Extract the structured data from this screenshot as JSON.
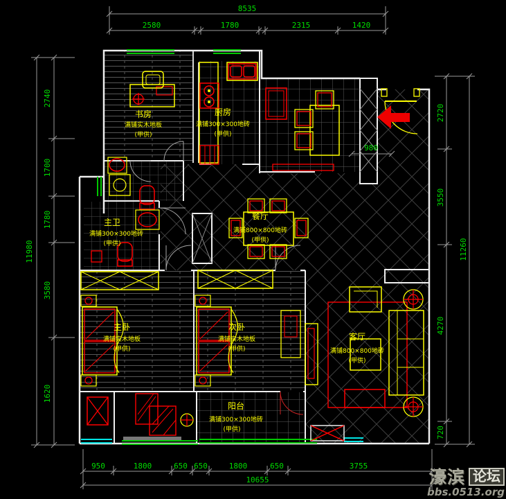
{
  "watermark": {
    "site_name": "濠滨",
    "forum_label": "论坛",
    "url": "bbs.0513.org"
  },
  "rooms": {
    "study": {
      "name": "书房",
      "finish": "满铺实木地板",
      "note": "(甲供)"
    },
    "kitchen": {
      "name": "厨房",
      "finish": "满铺300×300地砖",
      "note": "(甲供)"
    },
    "master_bath": {
      "name": "主卫",
      "finish": "满铺300×300地砖",
      "note": "(甲供)"
    },
    "dining": {
      "name": "餐厅",
      "finish": "满铺800×800地砖",
      "note": "(甲供)"
    },
    "living": {
      "name": "客厅",
      "finish": "满铺800×800地砖",
      "note": "(甲供)"
    },
    "master_bedroom": {
      "name": "主卧",
      "finish": "满铺实木地板",
      "note": "(甲供)"
    },
    "second_bedroom": {
      "name": "次卧",
      "finish": "满铺实木地板",
      "note": "(甲供)"
    },
    "balcony": {
      "name": "阳台",
      "finish": "满铺300×300地砖",
      "note": "(甲供)"
    }
  },
  "dimensions": {
    "top": {
      "total": "8535",
      "segments": [
        "2580",
        "1780",
        "2315",
        "1420"
      ]
    },
    "left": {
      "total": "11980",
      "segments": [
        "2740",
        "1700",
        "1780",
        "3580",
        "1620"
      ]
    },
    "right": {
      "total": "11260",
      "segments": [
        "2720",
        "3550",
        "4270",
        "720"
      ]
    },
    "bottom": {
      "total": "10655",
      "segments": [
        "950",
        "1800",
        "650",
        "650",
        "1800",
        "650",
        "3755"
      ]
    },
    "entry_niche": "980"
  },
  "colors": {
    "dimension_text": "#00de00",
    "dimension_line": "#9a9a9a",
    "wall": "#f0f0f0",
    "furniture_primary": "#ff0000",
    "furniture_secondary": "#ffff00",
    "window_green": "#00c800",
    "window_cyan": "#00e5e5"
  }
}
